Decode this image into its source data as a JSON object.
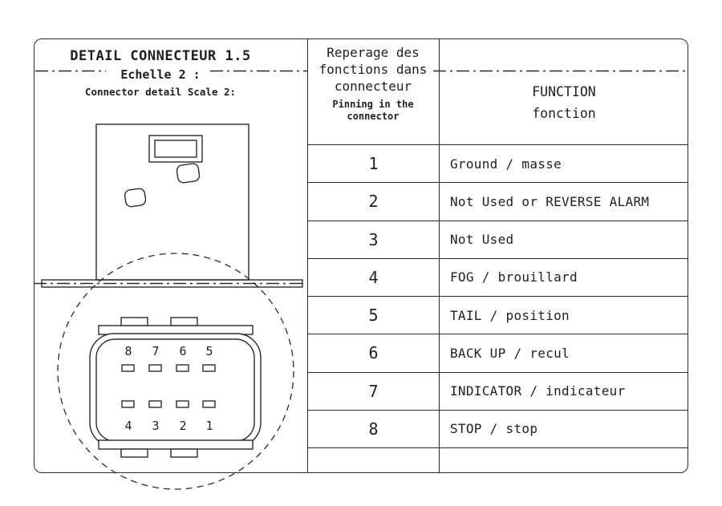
{
  "colors": {
    "line": "#2b2b2b",
    "background": "#ffffff"
  },
  "left_panel": {
    "title": "DETAIL CONNECTEUR 1.5",
    "subtitle_fr": "Echelle 2 :",
    "subtitle_en": "Connector detail Scale 2:"
  },
  "pin_column": {
    "header_fr": [
      "Reperage des",
      "fonctions dans",
      "connecteur"
    ],
    "header_en": [
      "Pinning in the",
      "connector"
    ]
  },
  "function_column": {
    "header_line1": "FUNCTION",
    "header_line2": "fonction"
  },
  "table": {
    "rows": [
      {
        "pin": "1",
        "function": "Ground / masse"
      },
      {
        "pin": "2",
        "function": "Not Used or REVERSE ALARM"
      },
      {
        "pin": "3",
        "function": "Not Used"
      },
      {
        "pin": "4",
        "function": "FOG / brouillard"
      },
      {
        "pin": "5",
        "function": "TAIL / position"
      },
      {
        "pin": "6",
        "function": "BACK UP / recul"
      },
      {
        "pin": "7",
        "function": "INDICATOR / indicateur"
      },
      {
        "pin": "8",
        "function": "STOP / stop"
      }
    ]
  },
  "connector_face": {
    "pins_top": [
      "8",
      "7",
      "6",
      "5"
    ],
    "pins_bottom": [
      "4",
      "3",
      "2",
      "1"
    ]
  }
}
